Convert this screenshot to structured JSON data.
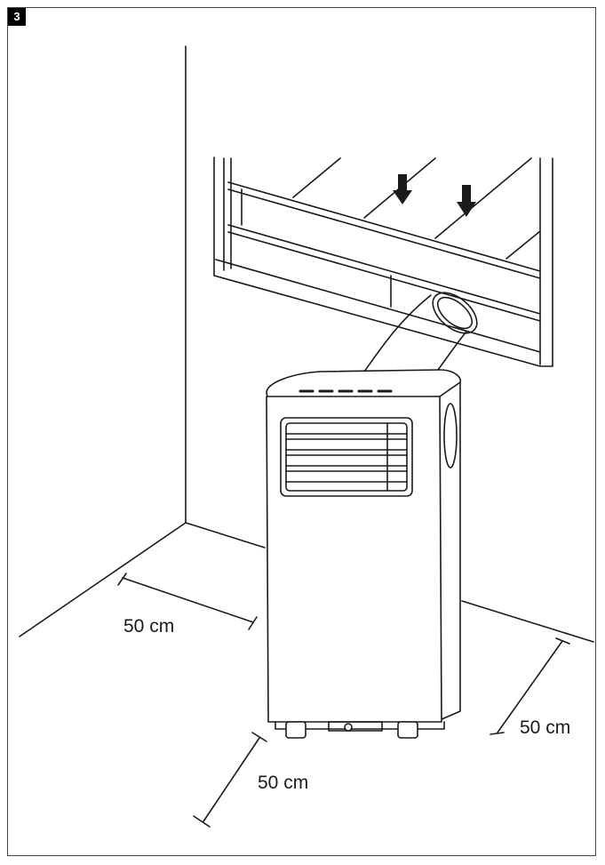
{
  "figure": {
    "number": "3"
  },
  "dimensions": {
    "left_clearance": "50 cm",
    "right_clearance": "50 cm",
    "front_clearance": "50 cm"
  }
}
